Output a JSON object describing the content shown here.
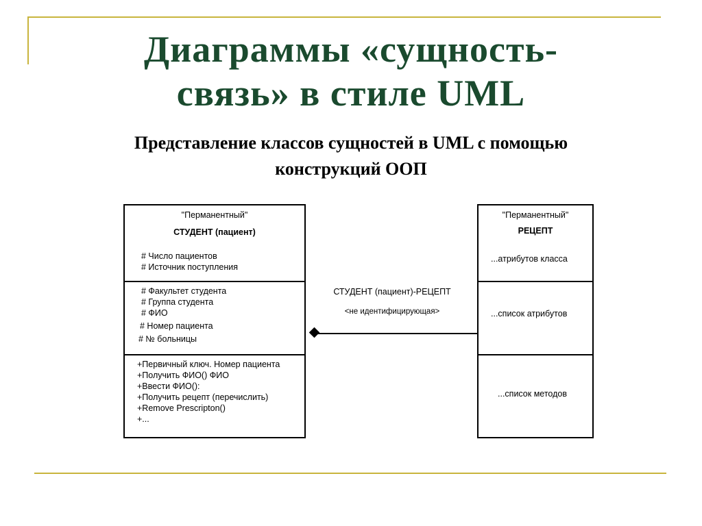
{
  "slide": {
    "title_line1": "Диаграммы «сущность-",
    "title_line2": "связь» в стиле UML",
    "subtitle_line1": "Представление классов сущностей в UML с помощью",
    "subtitle_line2": "конструкций ООП"
  },
  "diagram": {
    "left_class": {
      "stereotype": "\"Перманентный\"",
      "name": "СТУДЕНТ (пациент)",
      "class_attributes": [
        "# Число пациентов",
        "# Источник поступления"
      ],
      "attributes": [
        "# Факультет студента",
        "# Группа студента",
        "# ФИО",
        "# Номер пациента",
        "# № больницы"
      ],
      "methods": [
        "+Первичный ключ. Номер пациента",
        "+Получить ФИО() ФИО",
        "+Ввести ФИО():",
        "+Получить рецепт (перечислить)",
        "+Remove Prescripton()",
        "+..."
      ]
    },
    "right_class": {
      "stereotype": "\"Перманентный\"",
      "name": "РЕЦЕПТ",
      "class_attributes_note": "...атрибутов класса",
      "attributes_note": "...список атрибутов",
      "methods_note": "...список методов"
    },
    "association": {
      "name": "СТУДЕНТ (пациент)-РЕЦЕПТ",
      "stereotype": "<не идентифицирующая>",
      "end_marker": "filled-diamond"
    }
  }
}
